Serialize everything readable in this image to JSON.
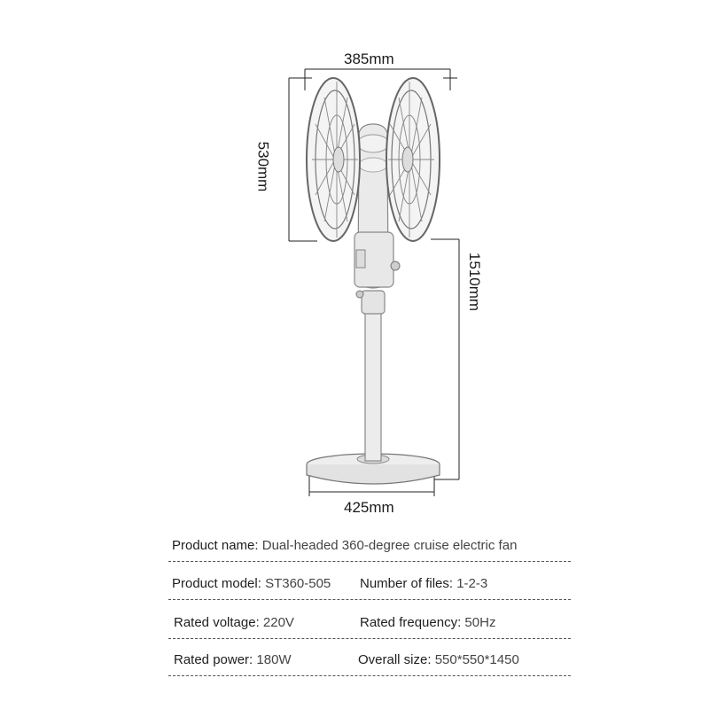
{
  "dimensions": {
    "width_top": "385mm",
    "head_height": "530mm",
    "total_height": "1510mm",
    "base_width": "425mm"
  },
  "specs": {
    "product_name": {
      "label": "Product name:",
      "value": "Dual-headed 360-degree cruise electric fan"
    },
    "product_model": {
      "label": "Product model:",
      "value": "ST360-505"
    },
    "number_of_files": {
      "label": "Number of files:",
      "value": "1-2-3"
    },
    "rated_voltage": {
      "label": "Rated voltage:",
      "value": "220V"
    },
    "rated_frequency": {
      "label": "Rated frequency:",
      "value": "50Hz"
    },
    "rated_power": {
      "label": "Rated power:",
      "value": "180W"
    },
    "overall_size": {
      "label": "Overall size:",
      "value": "550*550*1450"
    }
  }
}
